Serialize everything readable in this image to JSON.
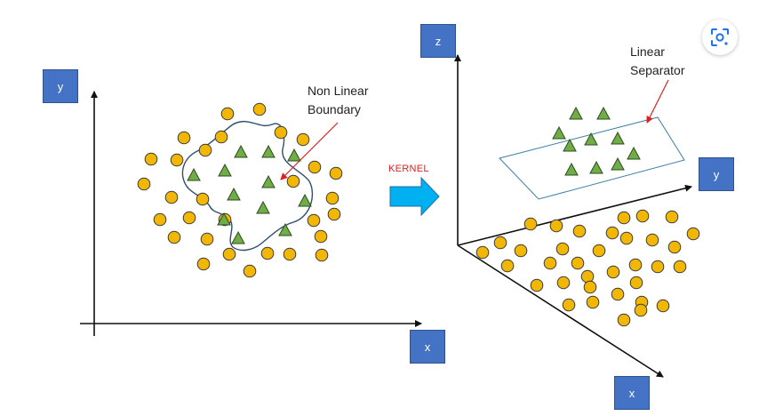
{
  "left_panel": {
    "y_label": "y",
    "x_label": "x",
    "annotation": "Non Linear\nBoundary"
  },
  "transform": {
    "label": "KERNEL"
  },
  "right_panel": {
    "z_label": "z",
    "y_label": "y",
    "x_label": "x",
    "annotation": "Linear\nSeparator"
  },
  "colors": {
    "circle_fill": "#f2b705",
    "circle_stroke": "#3a3a3a",
    "triangle_fill": "#70ad47",
    "triangle_stroke": "#2e4a1f",
    "axis_box": "#4472c4",
    "boundary": "#2f4f6f",
    "annotation_arrow": "#e0201e",
    "kernel_arrow": "#00b0f0"
  },
  "icons": {
    "lens": "google-lens-icon"
  }
}
